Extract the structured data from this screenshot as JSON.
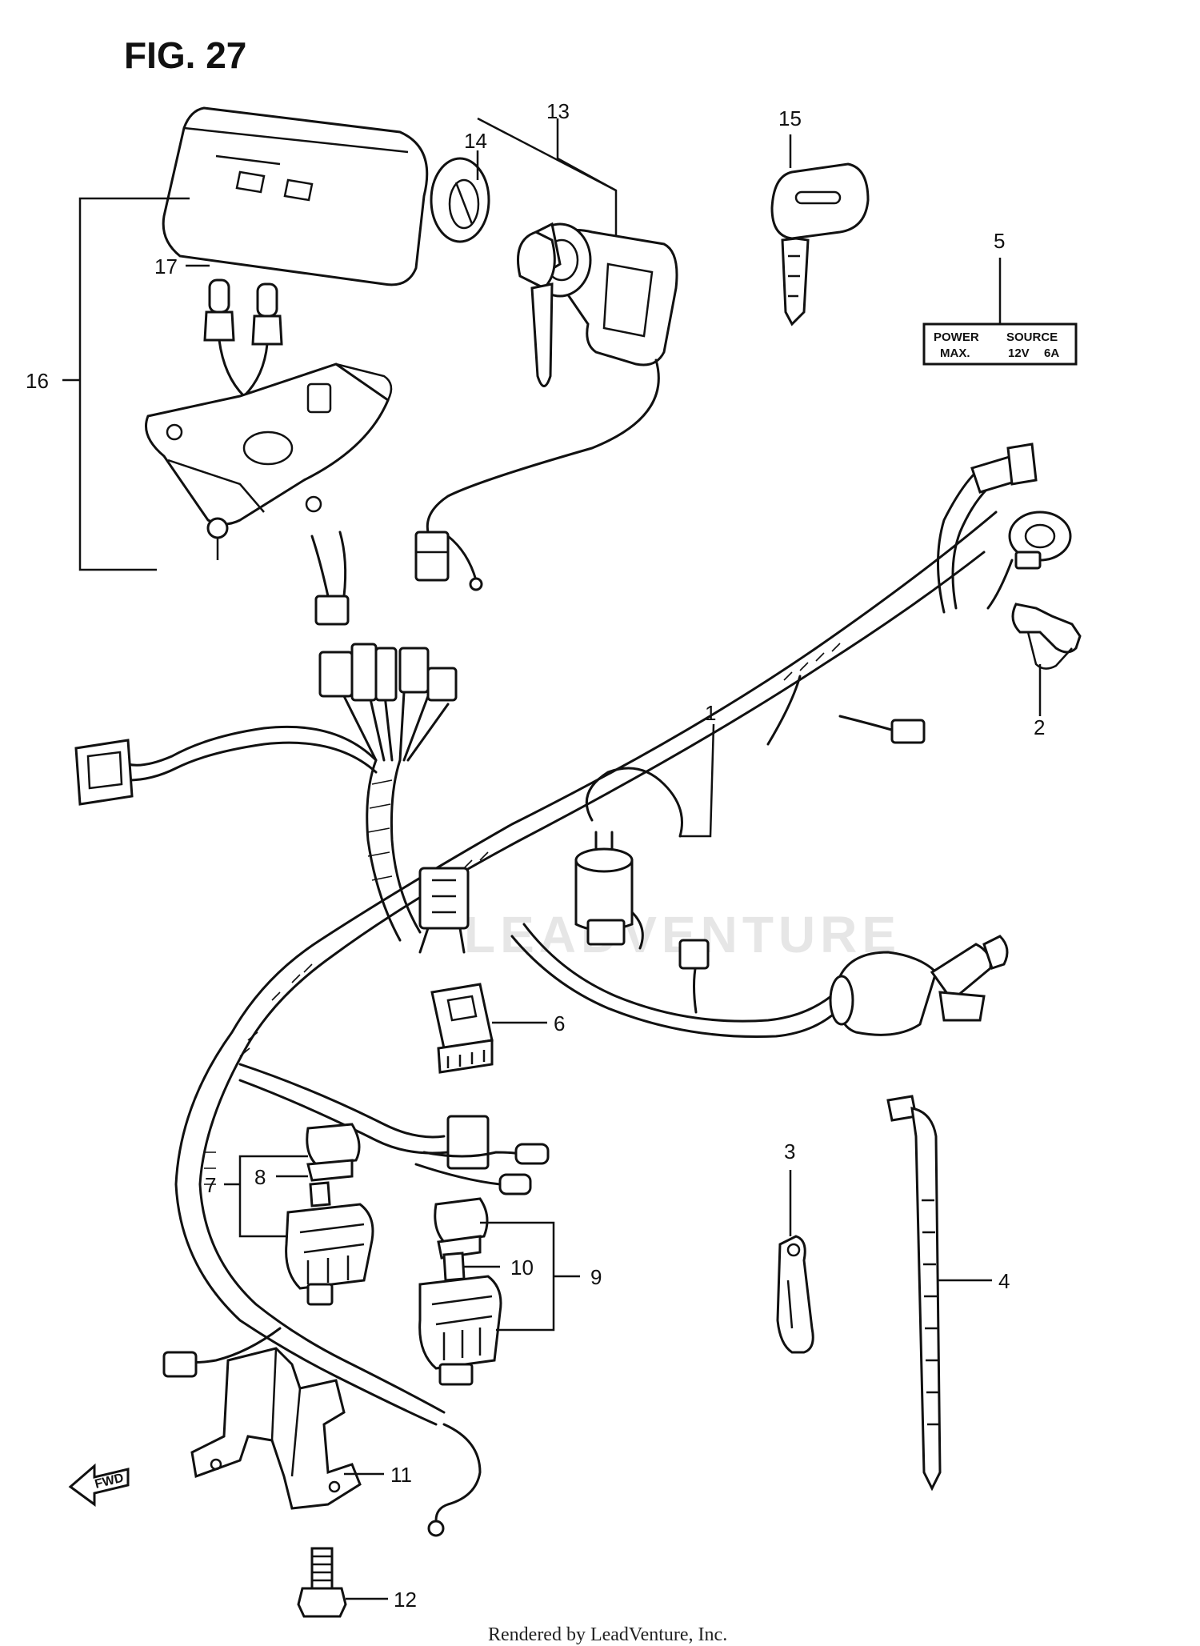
{
  "figure": {
    "title": "FIG. 27",
    "credit": "Rendered by LeadVenture, Inc.",
    "watermark": "LEADVENTURE"
  },
  "sticker": {
    "line1_left": "POWER",
    "line1_right": "SOURCE",
    "line2_a": "MAX.",
    "line2_b": "12V",
    "line2_c": "6A"
  },
  "direction_marker": {
    "label": "FWD"
  },
  "callouts": [
    "1",
    "2",
    "3",
    "4",
    "5",
    "6",
    "7",
    "8",
    "9",
    "10",
    "11",
    "12",
    "13",
    "14",
    "15",
    "16",
    "17"
  ]
}
